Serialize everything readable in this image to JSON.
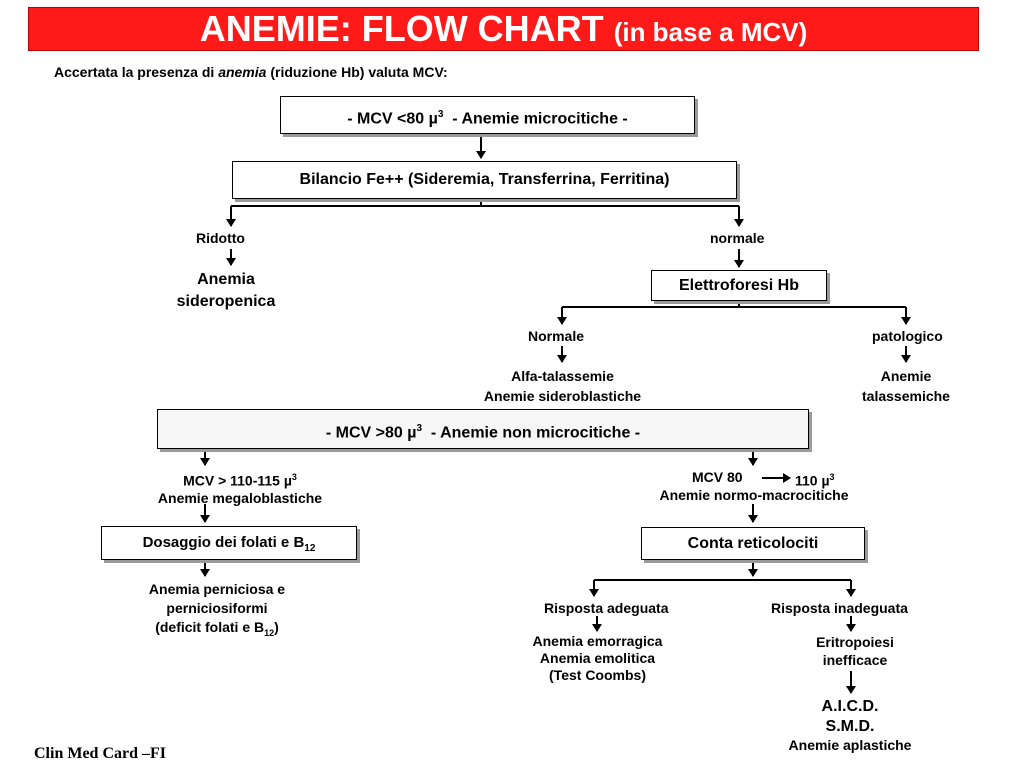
{
  "title": {
    "main": "ANEMIE: FLOW CHART",
    "sub": "(in base a MCV)"
  },
  "intro": {
    "before": "Accertata la presenza di ",
    "em": "anemia",
    "after": " (riduzione Hb) valuta MCV:"
  },
  "box_mcv_low": {
    "text": "- MCV <80 µ",
    "sup": "3",
    "rest": "  - Anemie microcitiche -"
  },
  "box_fe": "Bilancio Fe++ (Sideremia, Transferrina, Ferritina)",
  "ridotto": "Ridotto",
  "normale_fe": "normale",
  "anemia_sideropenica": {
    "line1": "Anemia",
    "line2": "sideropenica"
  },
  "box_elettroforesi": "Elettroforesi Hb",
  "normale_el": "Normale",
  "patologico": "patologico",
  "alfa": {
    "line1": "Alfa-talassemie",
    "line2": "Anemie sideroblastiche"
  },
  "talassemiche": {
    "line1": "Anemie",
    "line2": "talassemiche"
  },
  "box_mcv_high": {
    "text": "- MCV >80 µ",
    "sup": "3",
    "rest": "  - Anemie non microcitiche -"
  },
  "mcv_110": {
    "text": "MCV > 110-115 µ",
    "sup": "3",
    "line2": "Anemie megaloblastiche"
  },
  "mcv_80_110": {
    "left": "MCV 80",
    "right": "110 µ",
    "sup": "3",
    "line2": "Anemie normo-macrocitiche"
  },
  "box_folati": {
    "text": "Dosaggio dei folati e B",
    "sub": "12"
  },
  "box_reticolociti": "Conta reticolociti",
  "perniciosa": {
    "line1": "Anemia perniciosa e",
    "line2": "perniciosiformi",
    "line3": "(deficit folati e B",
    "sub": "12",
    "line3_end": ")"
  },
  "risposta_adeguata": "Risposta adeguata",
  "risposta_inadeguata": "Risposta inadeguata",
  "emorragica": {
    "line1": "Anemia emorragica",
    "line2": "Anemia emolitica",
    "line3": "(Test Coombs)"
  },
  "eritropoiesi": {
    "line1": "Eritropoiesi",
    "line2": "inefficace"
  },
  "aicd": {
    "line1": "A.I.C.D.",
    "line2": "S.M.D.",
    "line3": "Anemie aplastiche"
  },
  "footer": "Clin Med Card –FI"
}
